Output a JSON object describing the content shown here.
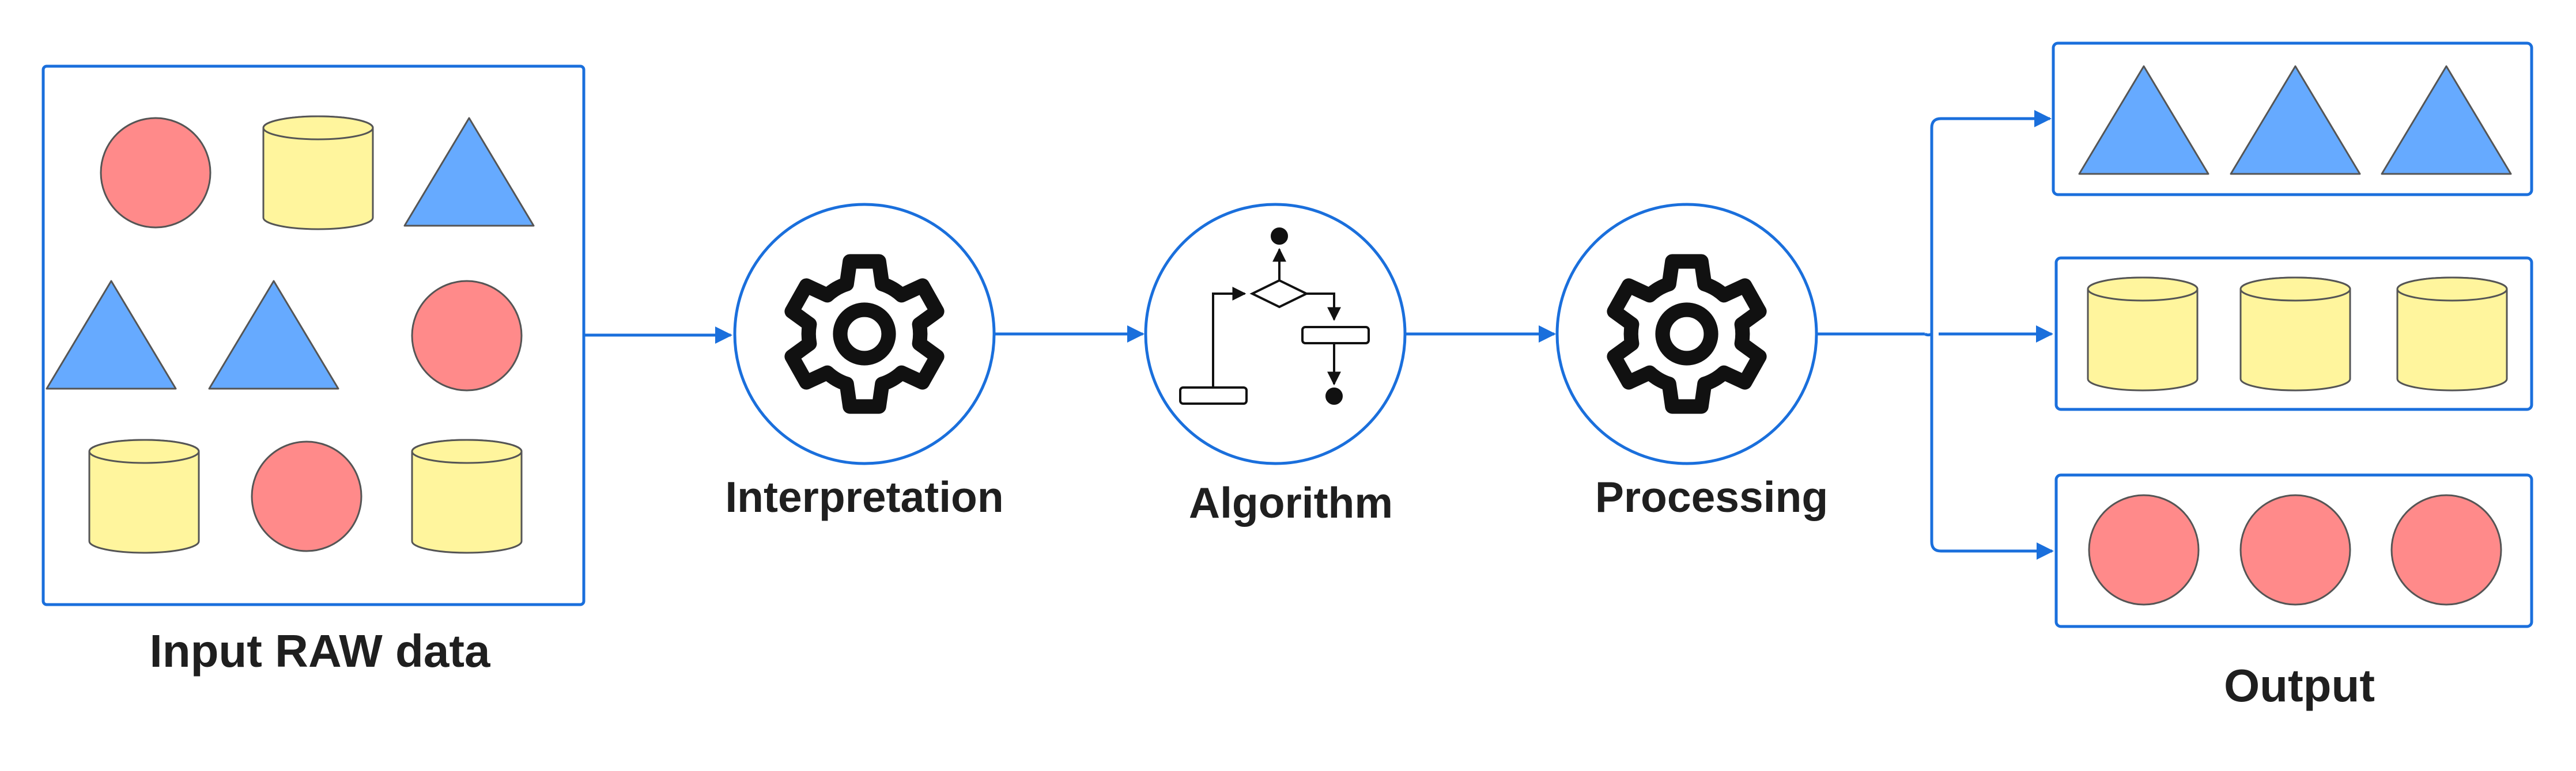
{
  "labels": {
    "input": "Input RAW data",
    "interpretation": "Interpretation",
    "algorithm": "Algorithm",
    "processing": "Processing",
    "output": "Output"
  },
  "colors": {
    "connector": "#1a6fdc",
    "circle_shape": "#ff8a8a",
    "cylinder_shape": "#fff59d",
    "triangle_shape": "#66aaff",
    "icon": "#111111"
  },
  "input_grid": [
    [
      "circle",
      "cylinder",
      "triangle"
    ],
    [
      "triangle",
      "triangle",
      "circle"
    ],
    [
      "cylinder",
      "circle",
      "cylinder"
    ]
  ],
  "outputs": [
    {
      "shape": "triangle",
      "count": 3
    },
    {
      "shape": "cylinder",
      "count": 3
    },
    {
      "shape": "circle",
      "count": 3
    }
  ]
}
